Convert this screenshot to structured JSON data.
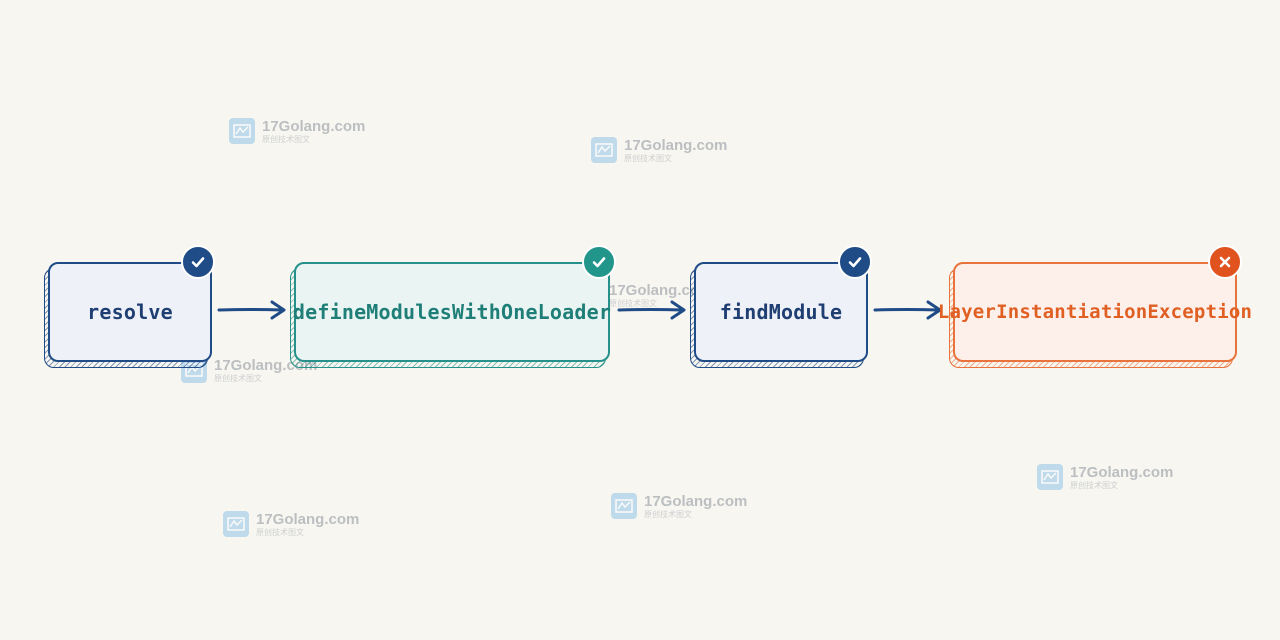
{
  "diagram": {
    "nodes": [
      {
        "id": "resolve",
        "label": "resolve",
        "status": "check",
        "border": "#1f4b86",
        "fill": "#eef1f7",
        "text": "#1f3f73",
        "badge": "#1f4b86"
      },
      {
        "id": "define",
        "label": "defineModulesWithOneLoader",
        "status": "check",
        "border": "#26918a",
        "fill": "#eaf5f3",
        "text": "#1f7f78",
        "badge": "#23968c"
      },
      {
        "id": "find",
        "label": "findModule",
        "status": "check",
        "border": "#1f4b86",
        "fill": "#eef1f7",
        "text": "#1f3f73",
        "badge": "#1f4b86"
      },
      {
        "id": "layer",
        "label": "LayerInstantiationException",
        "status": "cross",
        "border": "#e8733d",
        "fill": "#fdf0ea",
        "text": "#e05f22",
        "badge": "#e0531f"
      }
    ],
    "edges": [
      {
        "from": "resolve",
        "to": "define"
      },
      {
        "from": "define",
        "to": "find"
      },
      {
        "from": "find",
        "to": "layer"
      }
    ],
    "arrow_color": "#1f4b86"
  },
  "watermark": {
    "site": "17Golang.com",
    "sub": "原创技术图文",
    "icon": "watermark-logo-icon"
  }
}
